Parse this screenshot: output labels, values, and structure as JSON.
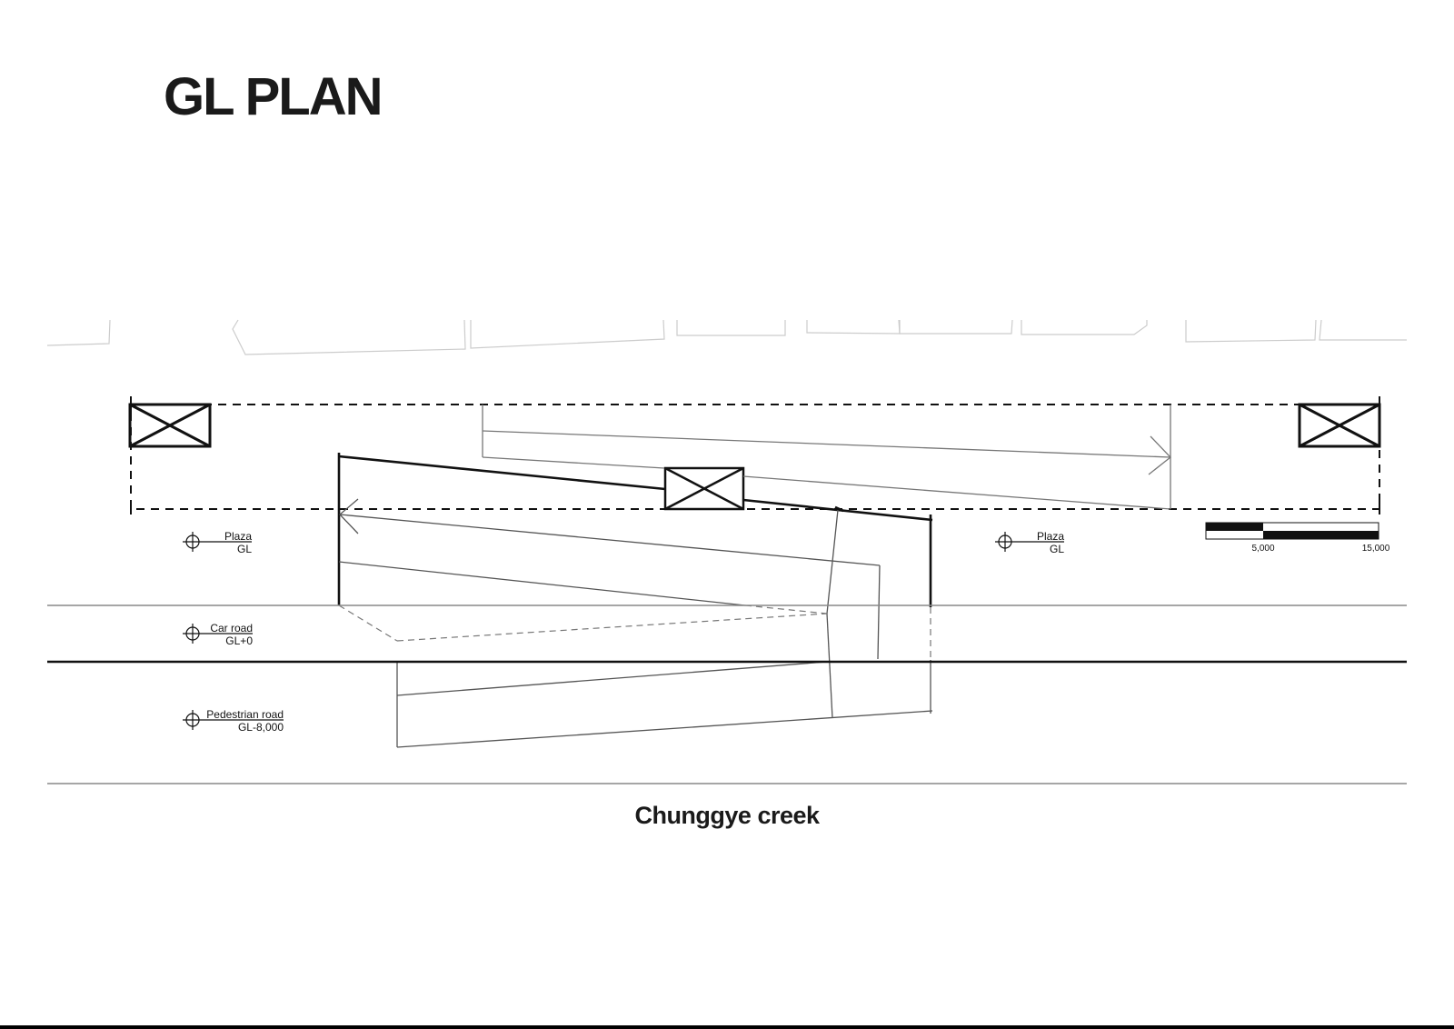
{
  "title": "GL PLAN",
  "creek_label": "Chunggye creek",
  "levels": {
    "plaza_left": {
      "name": "Plaza",
      "level": "GL"
    },
    "plaza_right": {
      "name": "Plaza",
      "level": "GL"
    },
    "car_road": {
      "name": "Car road",
      "level": "GL+0"
    },
    "pedestrian": {
      "name": "Pedestrian road",
      "level": "GL-8,000"
    }
  },
  "scale_bar": {
    "labels": [
      "5,000",
      "15,000"
    ]
  },
  "colors": {
    "ink": "#111111",
    "thin_line": "#777777",
    "faint_line": "#cccccc"
  }
}
